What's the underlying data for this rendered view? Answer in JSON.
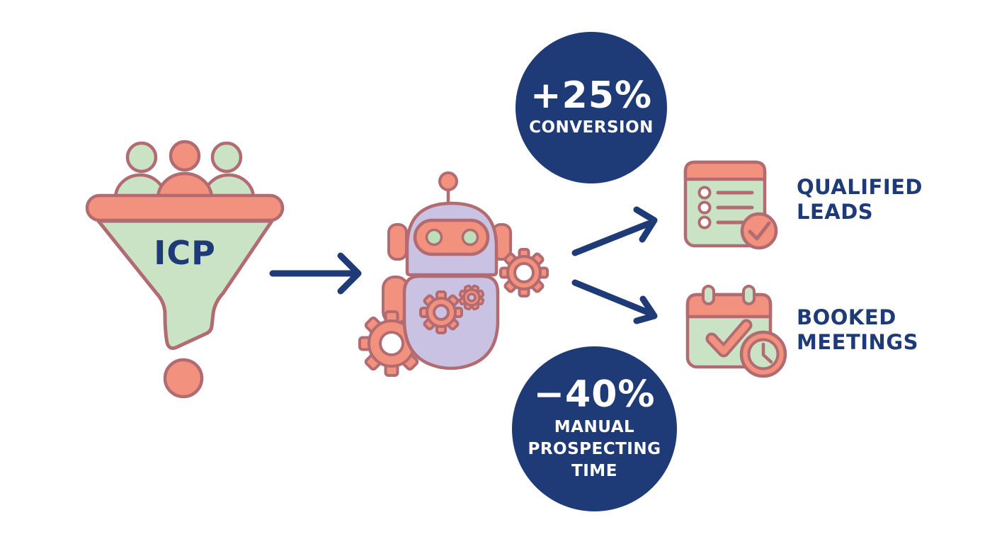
{
  "palette": {
    "navy": "#1F3B77",
    "salmon": "#F2917E",
    "rose": "#B16B71",
    "green": "#C9E3C4",
    "lavender": "#CAC2E2",
    "eyegreen": "#BCDFB7",
    "white": "#FFFFFF",
    "bg": "#FFFFFF"
  },
  "funnel": {
    "label": "ICP"
  },
  "badges": {
    "conversion": {
      "value": "+25%",
      "label": "CONVERSION"
    },
    "prospecting": {
      "value": "−40%",
      "label": "MANUAL\nPROSPECTING\nTIME"
    }
  },
  "outputs": {
    "qualified_leads": {
      "label": "QUALIFIED\nLEADS"
    },
    "booked_meetings": {
      "label": "BOOKED\nMEETINGS"
    }
  }
}
